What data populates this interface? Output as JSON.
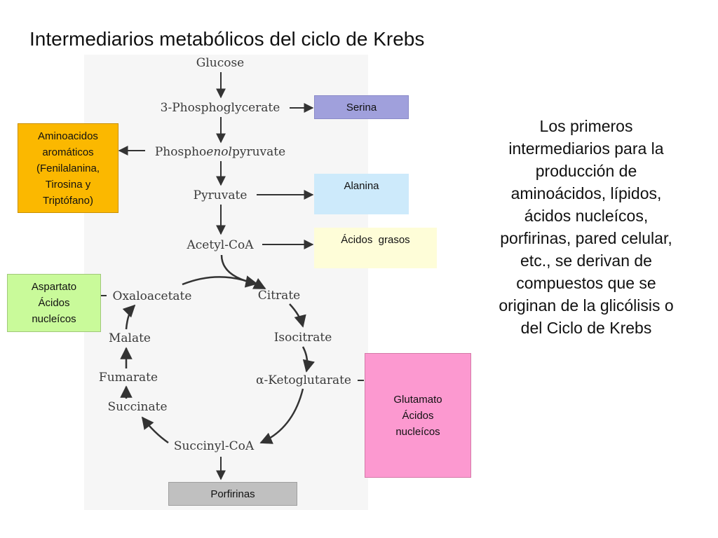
{
  "title": "Intermediarios metabólicos del ciclo de Krebs",
  "pathway": {
    "glucose": "Glucose",
    "phosphoglycerate": "3-Phosphoglycerate",
    "pep_prefix": "Phospho",
    "pep_italic": "enol",
    "pep_suffix": "pyruvate",
    "pyruvate": "Pyruvate",
    "acetyl_coa": "Acetyl-CoA"
  },
  "cycle": {
    "oxaloacetate": "Oxaloacetate",
    "citrate": "Citrate",
    "isocitrate": "Isocitrate",
    "ketoglutarate": "α-Ketoglutarate",
    "succinyl_coa": "Succinyl-CoA",
    "succinate": "Succinate",
    "fumarate": "Fumarate",
    "malate": "Malate"
  },
  "products": {
    "serina": "Serina",
    "alanina": "Alanina",
    "acidos_grasos": "Ácidos  grasos",
    "aromaticos": [
      "Aminoacidos",
      "aromáticos",
      "(Fenilalanina,",
      "Tirosina y",
      "Triptófano)"
    ],
    "aspartato": [
      "Aspartato",
      "Ácidos",
      "nucleícos"
    ],
    "glutamato": [
      "Glutamato",
      "Ácidos",
      "nucleícos"
    ],
    "porfirinas": "Porfirinas"
  },
  "description": [
    "Los primeros",
    "intermediarios para la",
    "producción de",
    "aminoácidos, lípidos,",
    "ácidos nucleícos,",
    "porfirinas, pared celular,",
    "etc., se derivan de",
    "compuestos que se",
    "originan de la glicólisis o",
    "del Ciclo de Krebs"
  ],
  "colors": {
    "serina": "#a0a0dc",
    "alanina": "#cdeafb",
    "acidos_grasos": "#fefdd8",
    "aromaticos": "#fbb800",
    "aspartato": "#c9fa9a",
    "glutamato": "#fc99d0",
    "porfirinas": "#c0c0c0"
  }
}
